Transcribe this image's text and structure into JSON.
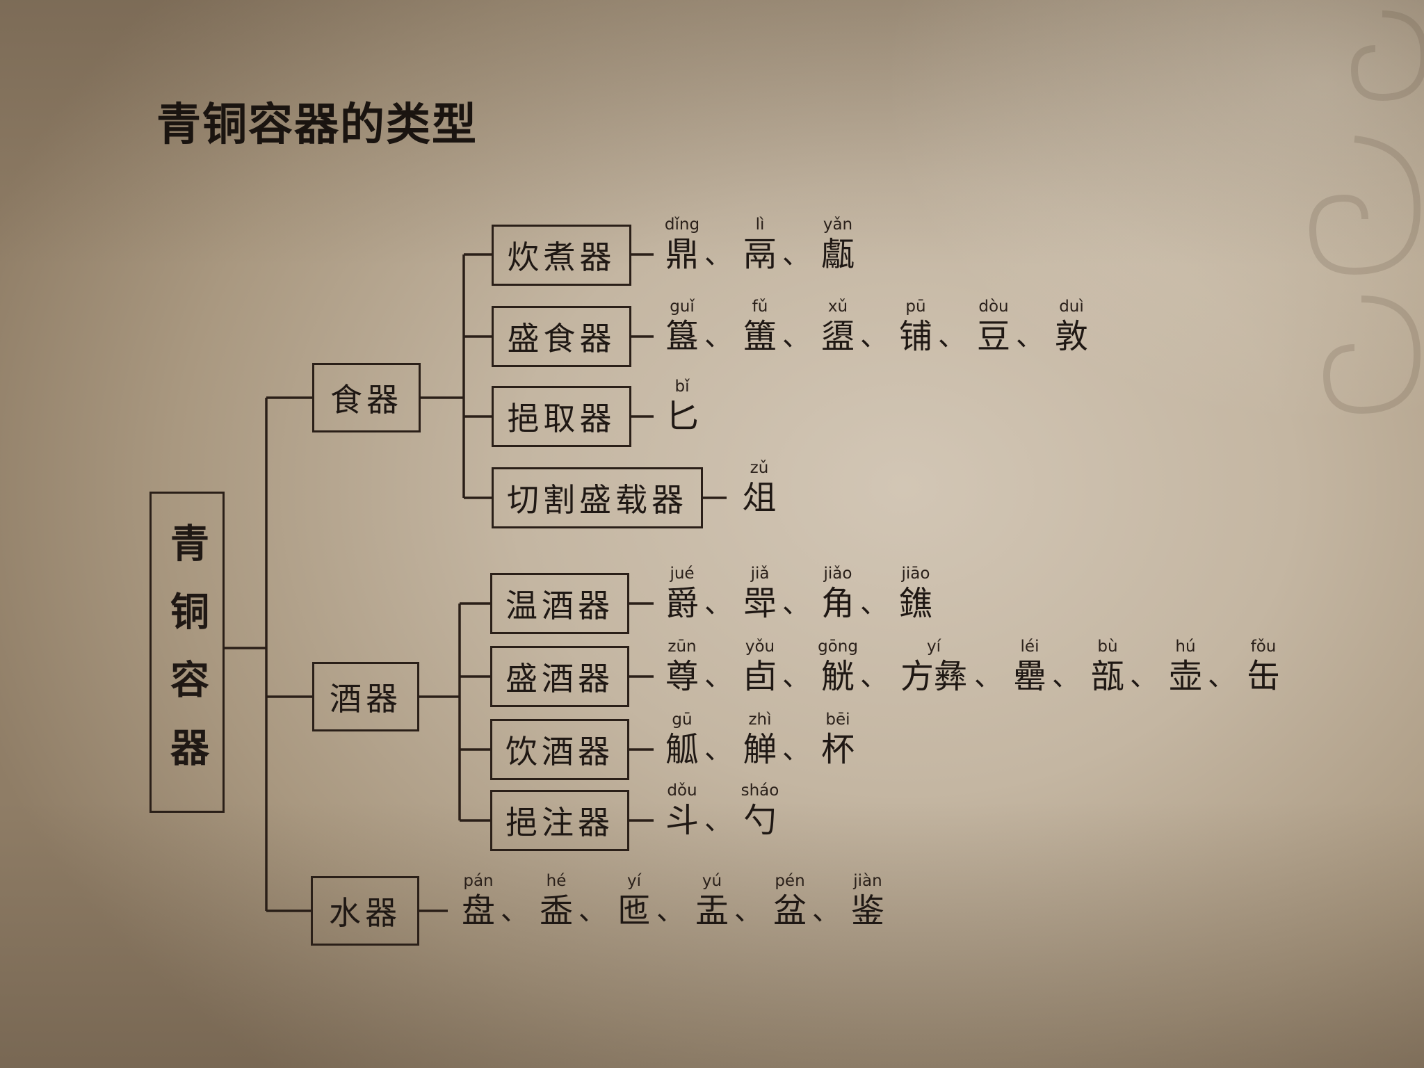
{
  "title": "青铜容器的类型",
  "root_label": "青铜容器",
  "separator": "、",
  "categories": [
    {
      "label": "食器",
      "subcategories": [
        {
          "label": "炊煮器",
          "items": [
            {
              "py": "dǐng",
              "ch": "鼎"
            },
            {
              "py": "lì",
              "ch": "鬲"
            },
            {
              "py": "yǎn",
              "ch": "甗"
            }
          ]
        },
        {
          "label": "盛食器",
          "items": [
            {
              "py": "guǐ",
              "ch": "簋"
            },
            {
              "py": "fǔ",
              "ch": "簠"
            },
            {
              "py": "xǔ",
              "ch": "盨"
            },
            {
              "py": "pū",
              "ch": "铺"
            },
            {
              "py": "dòu",
              "ch": "豆"
            },
            {
              "py": "duì",
              "ch": "敦"
            }
          ]
        },
        {
          "label": "挹取器",
          "items": [
            {
              "py": "bǐ",
              "ch": "匕"
            }
          ]
        },
        {
          "label": "切割盛载器",
          "items": [
            {
              "py": "zǔ",
              "ch": "俎"
            }
          ]
        }
      ]
    },
    {
      "label": "酒器",
      "subcategories": [
        {
          "label": "温酒器",
          "items": [
            {
              "py": "jué",
              "ch": "爵"
            },
            {
              "py": "jiǎ",
              "ch": "斝"
            },
            {
              "py": "jiǎo",
              "ch": "角"
            },
            {
              "py": "jiāo",
              "ch": "鐎"
            }
          ]
        },
        {
          "label": "盛酒器",
          "items": [
            {
              "py": "zūn",
              "ch": "尊"
            },
            {
              "py": "yǒu",
              "ch": "卣"
            },
            {
              "py": "gōng",
              "ch": "觥"
            },
            {
              "py": "yí",
              "ch": "方彝"
            },
            {
              "py": "léi",
              "ch": "罍"
            },
            {
              "py": "bù",
              "ch": "瓿"
            },
            {
              "py": "hú",
              "ch": "壶"
            },
            {
              "py": "fǒu",
              "ch": "缶"
            }
          ]
        },
        {
          "label": "饮酒器",
          "items": [
            {
              "py": "gū",
              "ch": "觚"
            },
            {
              "py": "zhì",
              "ch": "觯"
            },
            {
              "py": "bēi",
              "ch": "杯"
            }
          ]
        },
        {
          "label": "挹注器",
          "items": [
            {
              "py": "dǒu",
              "ch": "斗"
            },
            {
              "py": "sháo",
              "ch": "勺"
            }
          ]
        }
      ]
    },
    {
      "label": "水器",
      "items": [
        {
          "py": "pán",
          "ch": "盘"
        },
        {
          "py": "hé",
          "ch": "盉"
        },
        {
          "py": "yí",
          "ch": "匜"
        },
        {
          "py": "yú",
          "ch": "盂"
        },
        {
          "py": "pén",
          "ch": "盆"
        },
        {
          "py": "jiàn",
          "ch": "鉴"
        }
      ]
    }
  ]
}
